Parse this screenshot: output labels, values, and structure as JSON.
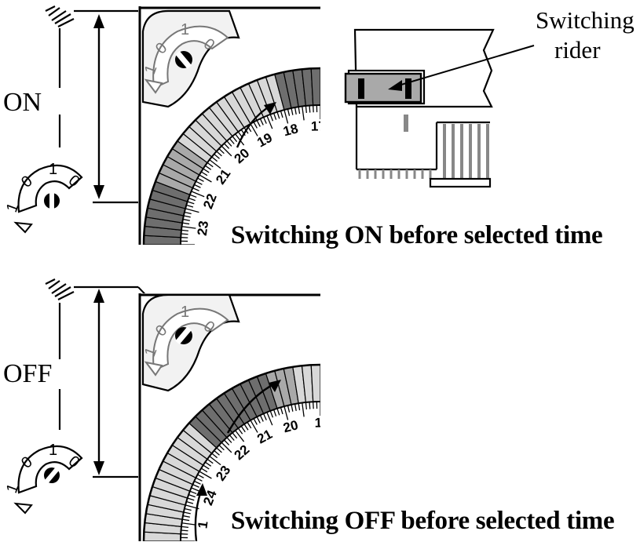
{
  "top": {
    "state_label": "ON",
    "caption": "Switching ON before selected time",
    "callout_line1": "Switching",
    "callout_line2": "rider",
    "dial_numbers": [
      "17",
      "18",
      "19",
      "20",
      "21",
      "22",
      "23"
    ],
    "knob_digits": [
      "1",
      "0",
      "1",
      "0"
    ]
  },
  "bottom": {
    "state_label": "OFF",
    "caption": "Switching OFF before selected time",
    "dial_numbers": [
      "1",
      "20",
      "21",
      "22",
      "23",
      "24",
      "1"
    ],
    "knob_digits": [
      "1",
      "0",
      "1",
      "0"
    ]
  },
  "colors": {
    "ink": "#000000",
    "dark_grey": "#6e6e6e",
    "mid_grey": "#a9a9a9",
    "light_grey": "#d8d8d8"
  }
}
